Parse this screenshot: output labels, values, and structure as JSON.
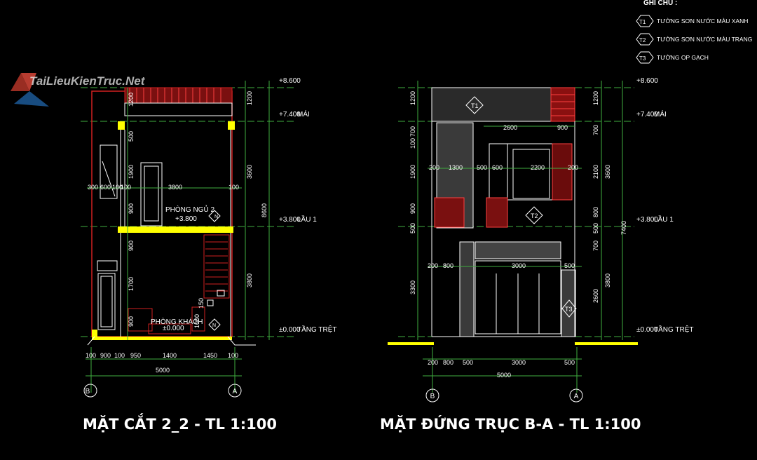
{
  "watermark": "TaiLieuKienTruc.Net",
  "legend": {
    "title": "GHI CHÚ :",
    "items": [
      {
        "tag": "T1",
        "text": "TƯỜNG SƠN NƯỚC MÀU XANH"
      },
      {
        "tag": "T2",
        "text": "TƯỜNG SƠN NƯỚC MÀU TRANG"
      },
      {
        "tag": "T3",
        "text": "TƯỜNG OP GẠCH"
      }
    ]
  },
  "levels": {
    "top": "+8.600",
    "roof": "+7.400",
    "roof_label": "MÁI",
    "floor1": "+3.800",
    "floor1_label": "LẦU 1",
    "ground": "±0.000",
    "ground_label": "TẦNG TRỆT"
  },
  "section": {
    "title": "MẶT CẮT 2_2 - TL 1:100",
    "axis_left": "B",
    "axis_right": "A",
    "room_upper": "PHÒNG NGỦ 2",
    "room_upper_level": "+3.800",
    "room_lower": "PHÒNG KHÁCH",
    "room_lower_level": "±0.000",
    "room_tag": "N",
    "total_width": "5000",
    "bottom_dims": [
      "100",
      "900",
      "100",
      "950",
      "1400",
      "1450",
      "100"
    ],
    "upper_dims": [
      "300",
      "600",
      "100",
      "100",
      "3800",
      "100"
    ],
    "left_vert": [
      "1200",
      "500",
      "1900",
      "900",
      "900",
      "1700",
      "900"
    ],
    "right_vert": [
      "1200",
      "3600",
      "3800"
    ],
    "total_height": "8600",
    "stair_dims": [
      "150",
      "1000"
    ]
  },
  "elevation": {
    "title": "MẶT ĐỨNG TRỤC B-A - TL 1:100",
    "axis_left": "B",
    "axis_right": "A",
    "tags": [
      "T1",
      "T2",
      "T3"
    ],
    "total_width": "5000",
    "bottom_dims": [
      "200",
      "800",
      "500",
      "3000",
      "500"
    ],
    "top_dims": [
      "2600",
      "900"
    ],
    "mid_dims": [
      "200",
      "1300",
      "500",
      "600",
      "2200",
      "200"
    ],
    "lower_dims": [
      "200",
      "800",
      "3000",
      "500"
    ],
    "left_vert": [
      "1200",
      "100",
      "700",
      "1900",
      "900",
      "500",
      "3300"
    ],
    "right_vert1": [
      "1200",
      "700",
      "2100",
      "800",
      "500",
      "700",
      "2600"
    ],
    "right_vert2": [
      "3600",
      "3800"
    ],
    "total_height": "7400"
  }
}
